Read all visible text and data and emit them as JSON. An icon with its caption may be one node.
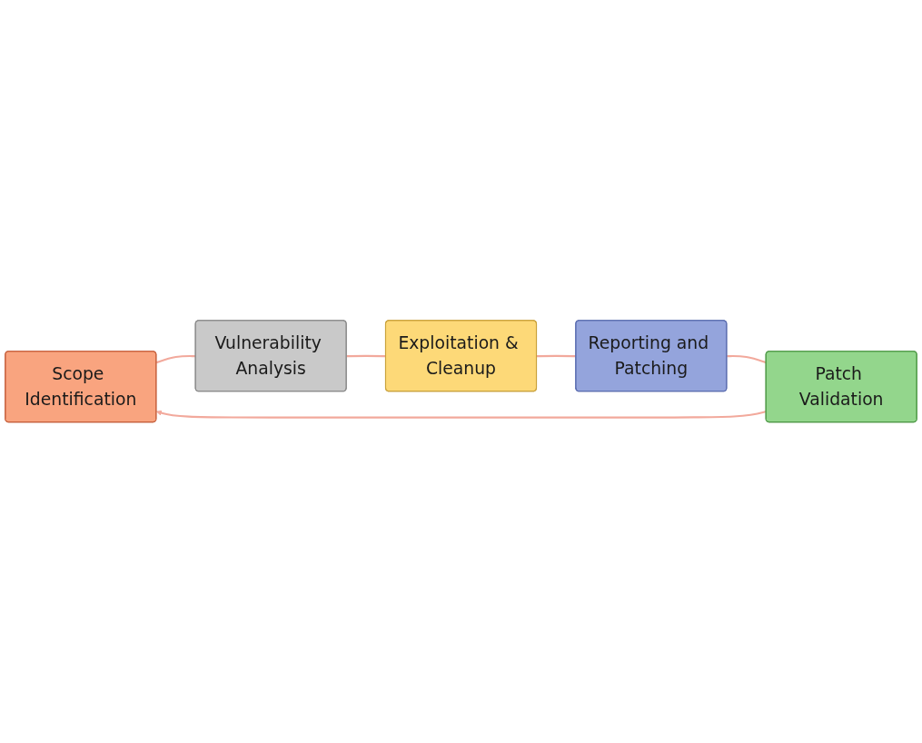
{
  "diagram": {
    "nodes": [
      {
        "text": [
          "Scope Identification"
        ]
      },
      {
        "text": [
          "Vulnerability Analysis"
        ]
      },
      {
        "text": [
          "Exploitation & Cleanup"
        ]
      },
      {
        "text": [
          "Reporting and Patching"
        ]
      },
      {
        "text": [
          "Patch Validation"
        ]
      }
    ],
    "edges": [
      {
        "from": 0,
        "to": 1,
        "arrow": "none"
      },
      {
        "from": 1,
        "to": 2,
        "arrow": "none"
      },
      {
        "from": 2,
        "to": 3,
        "arrow": "none"
      },
      {
        "from": 3,
        "to": 4,
        "arrow": "none"
      },
      {
        "from": 4,
        "to": 0,
        "arrow": "to"
      }
    ]
  }
}
